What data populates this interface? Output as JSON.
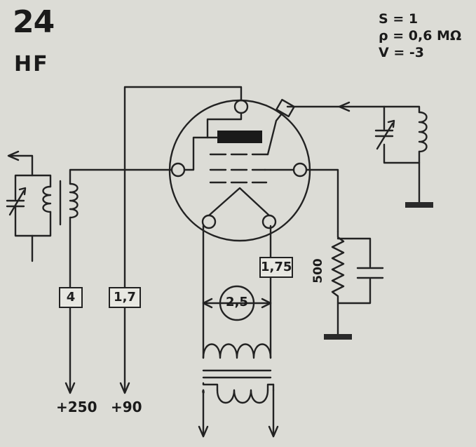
{
  "tube": {
    "number": "24",
    "type": "HF"
  },
  "params": [
    {
      "symbol": "S",
      "sep": "=",
      "value": "1"
    },
    {
      "symbol": "ρ",
      "sep": "=",
      "value": "0,6 MΩ"
    },
    {
      "symbol": "V",
      "sep": "=",
      "value": "-3"
    }
  ],
  "boxes": {
    "plate_left": "4",
    "screen": "1,7",
    "cathode_res": "1,75"
  },
  "filament_label": "2,5",
  "resistor_label": "500",
  "supply": {
    "plate": "+250",
    "screen": "+90"
  }
}
